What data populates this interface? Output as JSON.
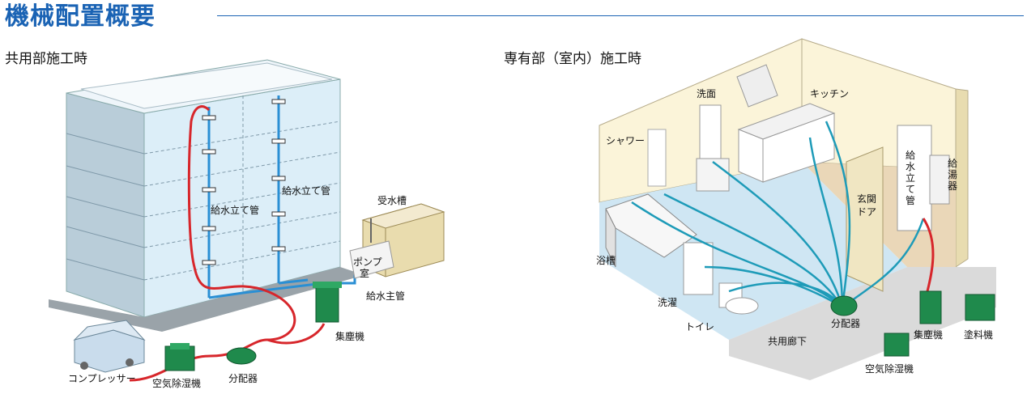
{
  "title": "機械配置概要",
  "left_section": {
    "heading": "共用部施工時",
    "labels": {
      "riser_left": "給水立て管",
      "riser_right": "給水立て管",
      "water_tank": "受水槽",
      "pump_room": [
        "ポンプ",
        "室"
      ],
      "main_pipe": "給水主管",
      "dust_collector": "集塵機",
      "compressor": "コンプレッサー",
      "dehumidifier": "空気除湿機",
      "distributor": "分配器"
    }
  },
  "right_section": {
    "heading": "専有部（室内）施工時",
    "labels": {
      "washbasin": "洗面",
      "kitchen": "キッチン",
      "shower": "シャワー",
      "water_heater": [
        "給",
        "湯",
        "器"
      ],
      "riser": [
        "給",
        "水",
        "立",
        "て",
        "管"
      ],
      "entrance_door": [
        "玄関",
        "ドア"
      ],
      "bathtub": "浴槽",
      "laundry": "洗濯",
      "toilet": "トイレ",
      "corridor": "共用廊下",
      "distributor": "分配器",
      "dust_collector": "集塵機",
      "paint_machine": "塗料機",
      "dehumidifier": "空気除湿機"
    }
  },
  "colors": {
    "title_blue": "#1a63b4",
    "hose_red": "#d7262b",
    "pipe_blue": "#2a8fd4",
    "hose_teal": "#1e9bb8",
    "machine_green": "#1f8a4c",
    "building_face": "#dceef8",
    "wall_cream": "#fbf4d9",
    "floor_blue": "#cfe6f3",
    "floor_tan": "#ead7b8"
  }
}
